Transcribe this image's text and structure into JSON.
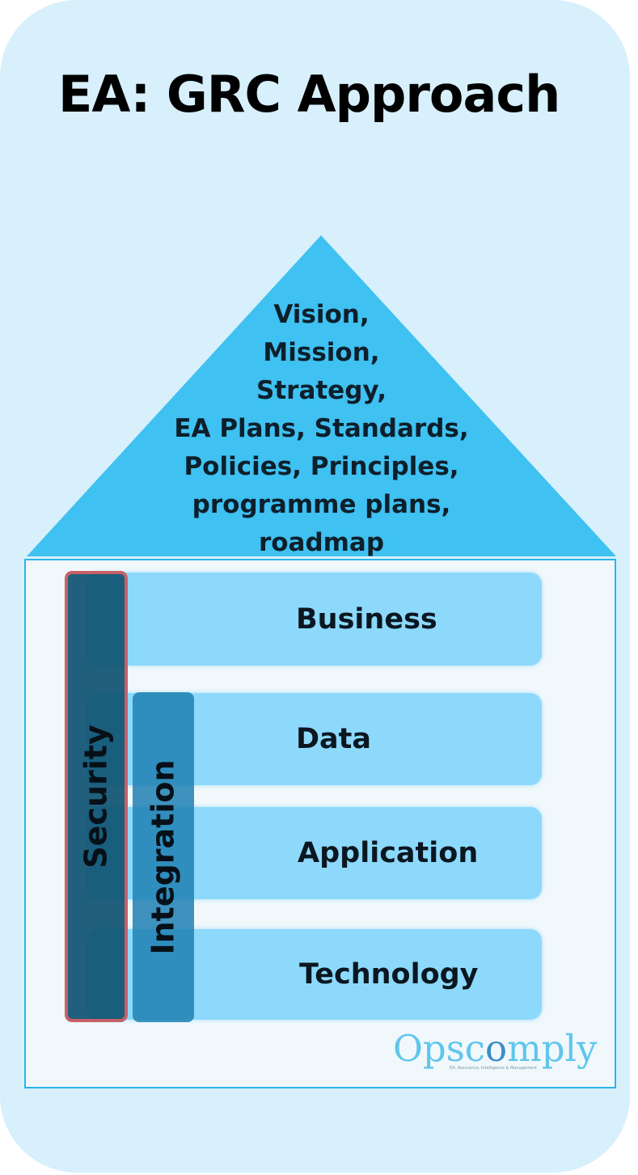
{
  "title": "EA: GRC Approach",
  "roof": {
    "lines": [
      "Vision,",
      "Mission,",
      "Strategy,",
      "EA Plans, Standards,",
      "Policies, Principles,",
      "programme plans,",
      "roadmap"
    ]
  },
  "layers": [
    "Business",
    "Data",
    "Application",
    "Technology"
  ],
  "pillars": {
    "security": "Security",
    "integration": "Integration"
  },
  "logo": {
    "text_before": "Opsc",
    "text_o": "o",
    "text_after": "mply",
    "tagline": "EA: Assurance, Intelligence & Management"
  },
  "colors": {
    "background": "#d7f0fb",
    "roof": "#3fc1f1",
    "layer": "#8dd9fb",
    "security": "#105472",
    "security_border": "#c86068",
    "integration": "#1e80b2",
    "frame": "#2bb5ea"
  }
}
